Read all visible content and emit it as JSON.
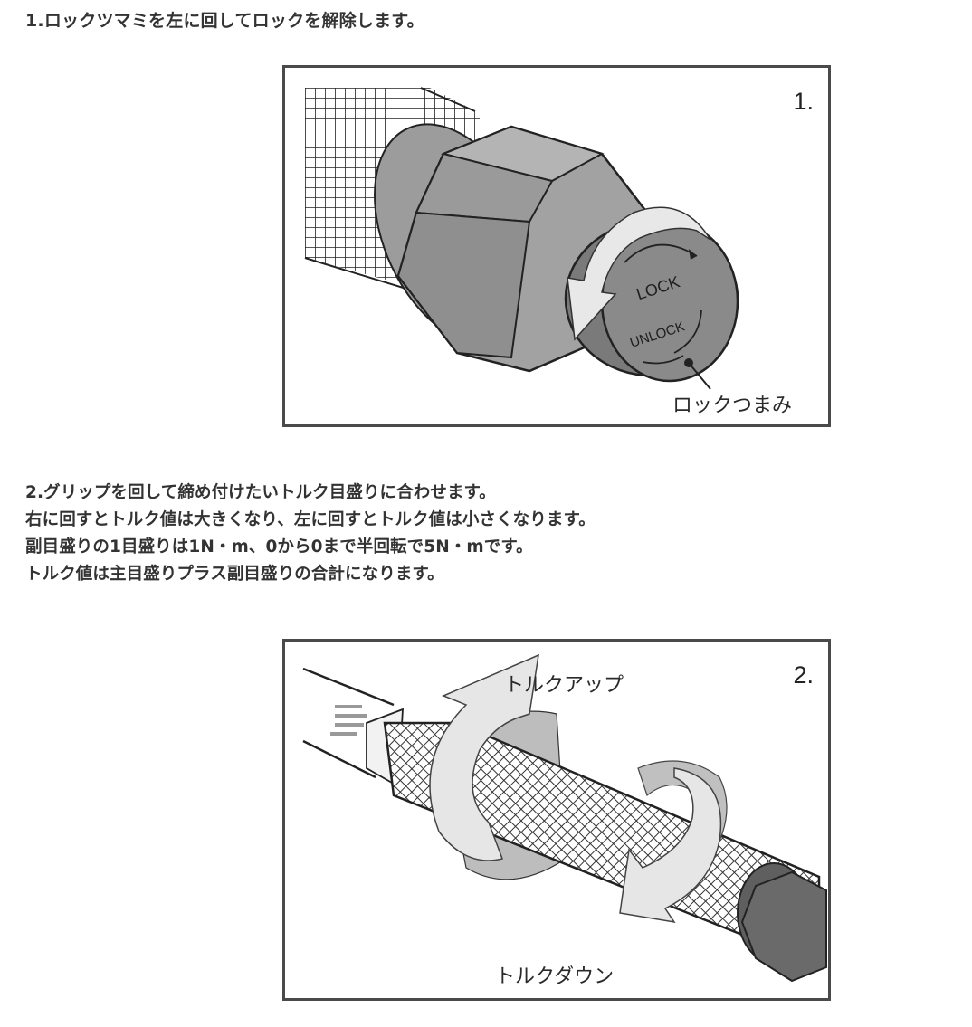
{
  "step1": {
    "heading": "1.ロックツマミを左に回してロックを解除します。",
    "figure": {
      "number": "1.",
      "knob_text_lock": "LOCK",
      "knob_text_unlock": "UNLOCK",
      "callout_label": "ロックつまみ"
    }
  },
  "step2": {
    "lines": [
      "2.グリップを回して締め付けたいトルク目盛りに合わせます。",
      "右に回すとトルク値は大きくなり、左に回すとトルク値は小さくなります。",
      "副目盛りの1目盛りは1N・m、0から0まで半回転で5N・mです。",
      "トルク値は主目盛りプラス副目盛りの合計になります。"
    ],
    "figure": {
      "number": "2.",
      "label_up": "トルクアップ",
      "label_down": "トルクダウン"
    }
  },
  "colors": {
    "text": "#333333",
    "frame": "#4a4a4a",
    "metal": "#9a9a9a",
    "metal_dark": "#6f6f6f",
    "arrow": "#e6e6e6"
  }
}
